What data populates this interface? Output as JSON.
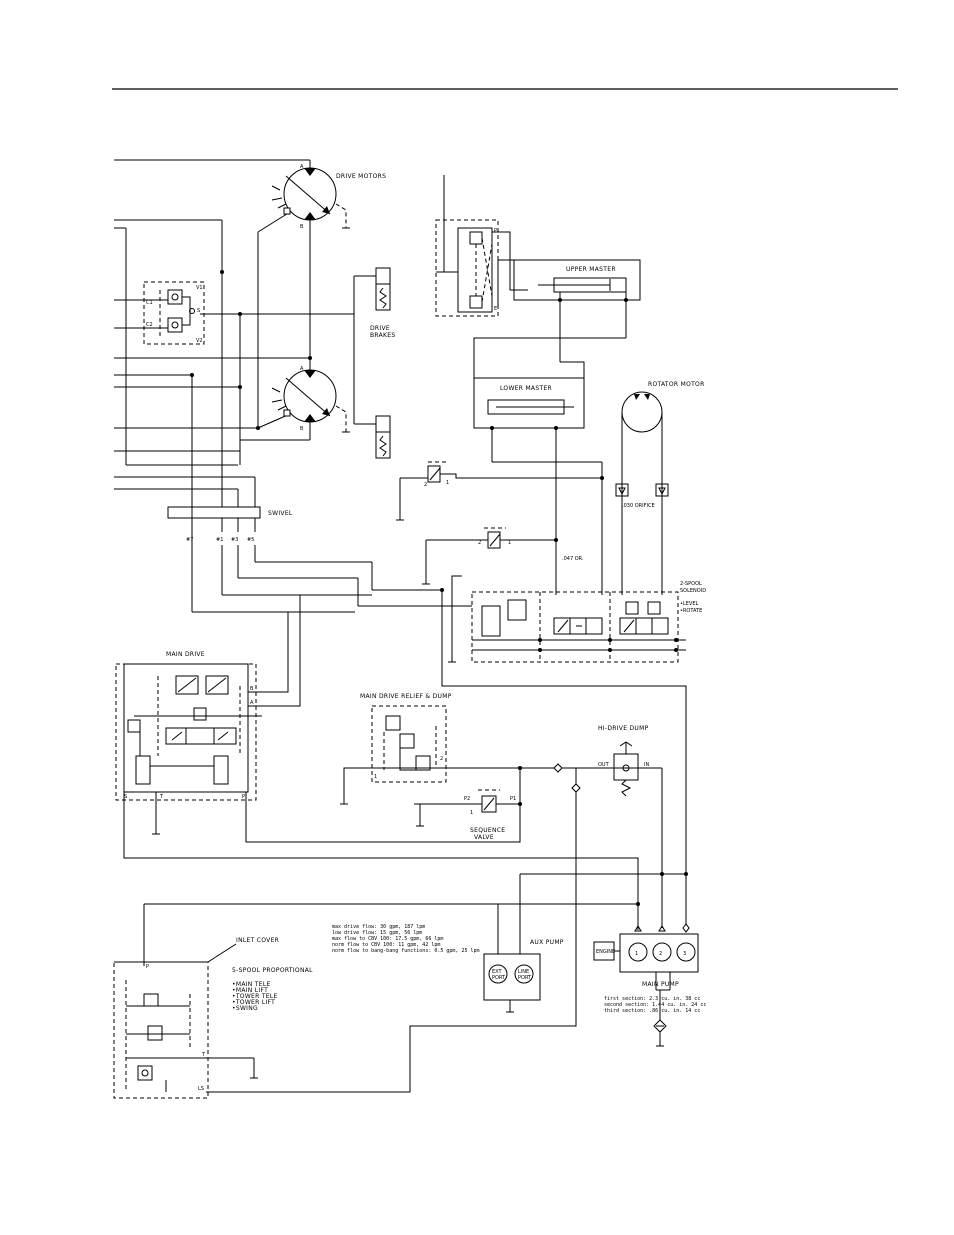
{
  "labels": {
    "drive_motors": "DRIVE MOTORS",
    "drive_brakes_1": "DRIVE",
    "drive_brakes_2": "BRAKES",
    "upper_master": "UPPER MASTER",
    "lower_master": "LOWER MASTER",
    "rotator_motor": "ROTATOR MOTOR",
    "swivel": "SWIVEL",
    "orifice_047": ".047 OR.",
    "orifice_030": ".030 ORIFICE",
    "two_spool_1": "2-SPOOL",
    "two_spool_2": "SOLENOID",
    "level": "•LEVEL",
    "rotate": "•ROTATE",
    "main_drive": "MAIN DRIVE",
    "main_drive_relief": "MAIN DRIVE RELIEF & DUMP",
    "hi_drive_dump": "HI-DRIVE DUMP",
    "sequence_1": "SEQUENCE",
    "sequence_2": "VALVE",
    "inlet_cover": "INLET COVER",
    "five_spool": "5-SPOOL PROPORTIONAL",
    "spool_items": [
      "•MAIN TELE",
      "•MAIN LIFT",
      "•TOWER TELE",
      "•TOWER LIFT",
      "•SWING"
    ],
    "aux_pump": "AUX PUMP",
    "main_pump": "MAIN PUMP",
    "engine": "ENGINE",
    "pump_numbers": [
      "1",
      "2",
      "3"
    ],
    "aux_port_left_1": "EXT",
    "aux_port_left_2": "PORT",
    "aux_port_right_1": "LINE",
    "aux_port_right_2": "PORT",
    "flow_notes": [
      "max drive flow: 30 gpm, 187 lpm",
      "low drive flow: 15 gpm, 56 lpm",
      "max flow to CBV 100: 17.5 gpm, 66 lpm",
      "norm flow to CBV 100: 11 gpm, 42 lpm",
      "norm flow to bang-bang functions: 0.5 gpm, 25 lpm"
    ],
    "section_notes": [
      "first section: 2.3 cu. in. 38 cc",
      "second section: 1.44 cu. in. 24 cc",
      "third section: .86 cu. in. 14 cc"
    ],
    "swivel_ports": [
      "#7",
      "#1",
      "#3",
      "#5"
    ],
    "ports": {
      "a": "A",
      "b": "B",
      "c1": "C1",
      "c2": "C2",
      "v1": "V1",
      "v2": "V2",
      "s": "S",
      "p": "P",
      "t": "T",
      "e": "E",
      "ls": "LS",
      "out": "OUT",
      "in": "IN",
      "p1": "P1",
      "p2": "P2",
      "one": "1",
      "two": "2"
    }
  }
}
